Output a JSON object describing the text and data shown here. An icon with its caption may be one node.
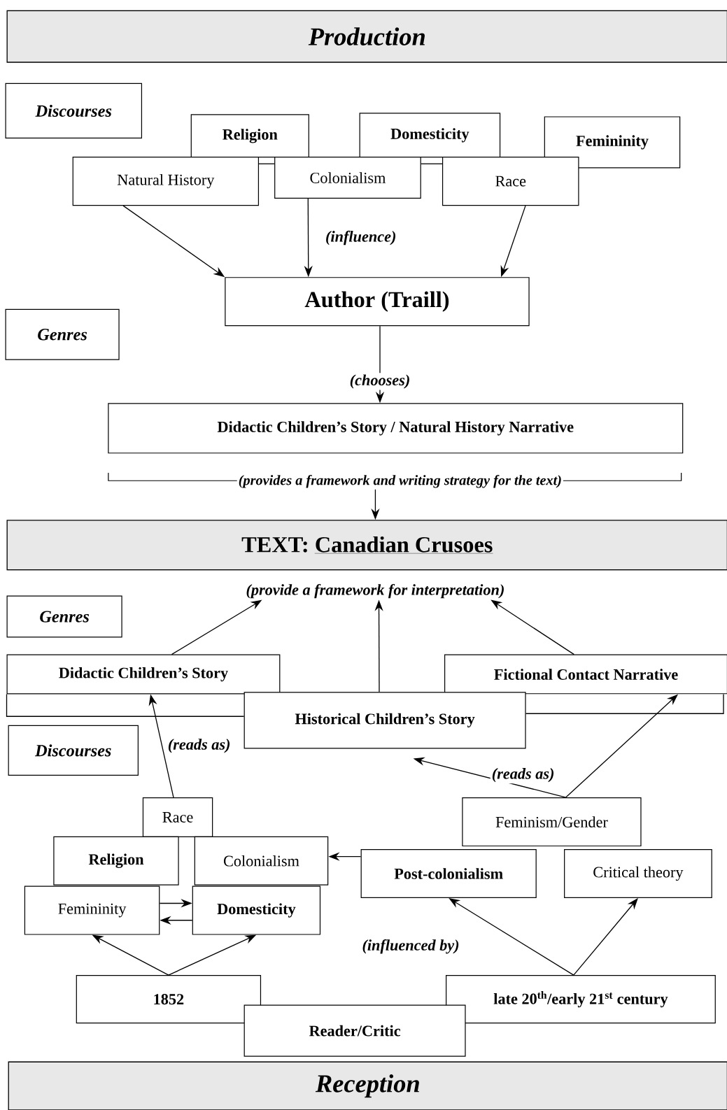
{
  "diagram": {
    "nodes": [
      {
        "text": [
          "Production"
        ]
      },
      {
        "text": [
          "Discourses"
        ]
      },
      {
        "text": [
          "Religion"
        ]
      },
      {
        "text": [
          "Domesticity"
        ]
      },
      {
        "text": [
          "Femininity"
        ]
      },
      {
        "text": [
          "Natural History"
        ]
      },
      {
        "text": [
          "Colonialism"
        ]
      },
      {
        "text": [
          "Race"
        ]
      },
      {
        "text": [
          "Author (Traill)"
        ]
      },
      {
        "text": [
          "Genres"
        ]
      },
      {
        "text": [
          "Didactic Children’s Story / Natural History Narrative"
        ]
      },
      {
        "text": [
          "(provides a framework and writing strategy for the text)"
        ]
      },
      {
        "text": [
          "TEXT:",
          "Canadian Crusoes"
        ]
      },
      {
        "text": [
          "(provide a framework for interpretation)"
        ]
      },
      {
        "text": [
          "Genres"
        ]
      },
      {
        "text": [
          "Didactic Children’s Story"
        ]
      },
      {
        "text": [
          "Fictional Contact Narrative"
        ]
      },
      {
        "text": [
          "Historical Children’s Story"
        ]
      },
      {
        "text": [
          "Discourses"
        ]
      },
      {
        "text": [
          "Race"
        ]
      },
      {
        "text": [
          "Religion"
        ]
      },
      {
        "text": [
          "Colonialism"
        ]
      },
      {
        "text": [
          "Femininity"
        ]
      },
      {
        "text": [
          "Domesticity"
        ]
      },
      {
        "text": [
          "Feminism/Gender"
        ]
      },
      {
        "text": [
          "Post-colonialism"
        ]
      },
      {
        "text": [
          "Critical theory"
        ]
      },
      {
        "text": [
          "1852"
        ]
      },
      {
        "text": [
          "late 20$^{th}$/early 21$^{st}$ century"
        ]
      },
      {
        "text": [
          "Reader/Critic"
        ]
      },
      {
        "text": [
          "Reception"
        ]
      }
    ],
    "edges": [
      {
        "from": 5,
        "to": 8,
        "arrow": "to"
      },
      {
        "from": 6,
        "to": 8,
        "arrow": "to",
        "label": "(influence)"
      },
      {
        "from": 7,
        "to": 8,
        "arrow": "to"
      },
      {
        "from": 5,
        "to": 6,
        "arrow": "none"
      },
      {
        "from": 6,
        "to": 7,
        "arrow": "none"
      },
      {
        "from": 8,
        "to": 10,
        "arrow": "to",
        "label": "(chooses)"
      },
      {
        "from": 11,
        "to": 12,
        "arrow": "to"
      },
      {
        "from": 15,
        "to": 13,
        "arrow": "to"
      },
      {
        "from": 17,
        "to": 13,
        "arrow": "to"
      },
      {
        "from": 16,
        "to": 13,
        "arrow": "to"
      },
      {
        "from": 19,
        "to": 15,
        "arrow": "to",
        "label": "(reads as)"
      },
      {
        "from": 24,
        "to": 17,
        "arrow": "to",
        "label": "(reads as)"
      },
      {
        "from": 24,
        "to": 16,
        "arrow": "to"
      },
      {
        "from": 25,
        "to": 21,
        "arrow": "to"
      },
      {
        "from": 22,
        "to": 23,
        "arrow": "to"
      },
      {
        "from": 23,
        "to": 22,
        "arrow": "to"
      },
      {
        "from": 27,
        "to": 22,
        "arrow": "to"
      },
      {
        "from": 27,
        "to": 23,
        "arrow": "to"
      },
      {
        "from": 28,
        "to": 25,
        "arrow": "to"
      },
      {
        "from": 28,
        "to": 26,
        "arrow": "to"
      },
      {
        "from": 15,
        "to": 17,
        "arrow": "none"
      },
      {
        "from": 17,
        "to": 16,
        "arrow": "none"
      }
    ],
    "labels": [
      "(influenced by)"
    ]
  }
}
